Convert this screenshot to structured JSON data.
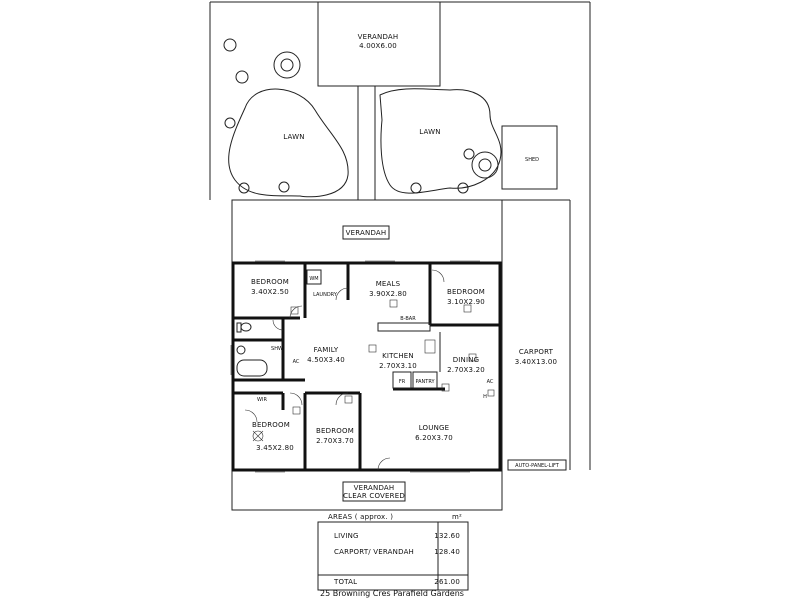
{
  "rooms": {
    "verandah_rear_name": "VERANDAH",
    "verandah_rear_size": "4.00X6.00",
    "lawn_left": "LAWN",
    "lawn_right": "LAWN",
    "shed": "SHED",
    "verandah_top": "VERANDAH",
    "bedroom1_name": "BEDROOM",
    "bedroom1_size": "3.40X2.50",
    "wm": "WM",
    "laundry": "LAUNDRY",
    "meals_name": "MEALS",
    "meals_size": "3.90X2.80",
    "bedroom2_name": "BEDROOM",
    "bedroom2_size": "3.10X2.90",
    "bbar": "B-BAR",
    "family_name": "FAMILY",
    "family_size": "4.50X3.40",
    "kitchen_name": "KITCHEN",
    "kitchen_size": "2.70X3.10",
    "dining_name": "DINING",
    "dining_size": "2.70X3.20",
    "carport_name": "CARPORT",
    "carport_size": "3.40X13.00",
    "shw": "SHW",
    "ac1": "AC",
    "ac2": "AC",
    "h": "H",
    "fr": "FR",
    "pantry": "PANTRY",
    "wir": "WIR",
    "bedroom3_name": "BEDROOM",
    "bedroom3_size": "3.45X2.80",
    "bedroom4_name": "BEDROOM",
    "bedroom4_size": "2.70X3.70",
    "lounge_name": "LOUNGE",
    "lounge_size": "6.20X3.70",
    "auto_panel": "AUTO-PANEL-LIFT",
    "verandah_front_1": "VERANDAH",
    "verandah_front_2": "CLEAR COVERED"
  },
  "areas": {
    "header": "AREAS ( approx. )",
    "unit": "m²",
    "rows": [
      {
        "label": "LIVING",
        "value": "132.60"
      },
      {
        "label": "CARPORT/ VERANDAH",
        "value": "128.40"
      }
    ],
    "total_label": "TOTAL",
    "total_value": "261.00"
  },
  "address": "25 Browning Cres Parafield Gardens"
}
